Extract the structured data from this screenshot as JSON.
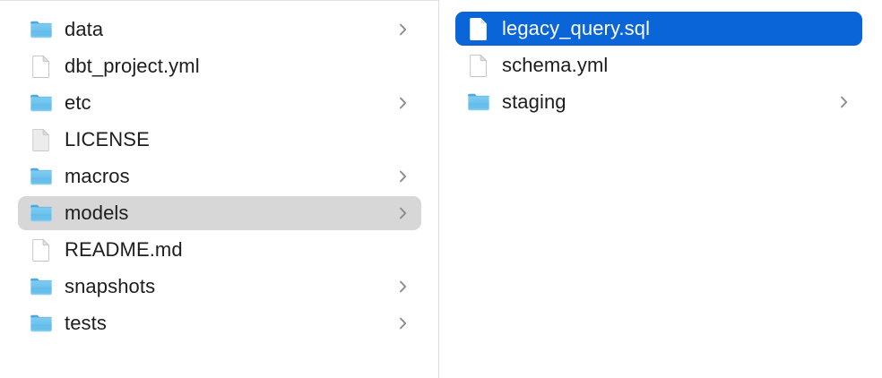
{
  "window": {
    "title": "Finder Column View",
    "view_mode": "column"
  },
  "colors": {
    "selection_active": "#0a65d8",
    "selection_inactive": "#d7d7d7",
    "text": "#1d1d1f",
    "text_selected": "#ffffff",
    "chevron": "#8b8b8f",
    "divider": "#dcdcde",
    "background": "#ffffff",
    "folder_blue": "#6dc2ec",
    "folder_blue_dark": "#3f9ed6",
    "document_white": "#ffffff",
    "document_gray": "#ececec"
  },
  "columns": [
    {
      "name": "parent-directory-column",
      "items": [
        {
          "label": "data",
          "kind": "folder",
          "icon": "folder-icon",
          "has_disclosure": true,
          "selected": false,
          "selection_state": "none"
        },
        {
          "label": "dbt_project.yml",
          "kind": "file",
          "icon": "document-icon",
          "has_disclosure": false,
          "selected": false,
          "selection_state": "none"
        },
        {
          "label": "etc",
          "kind": "folder",
          "icon": "folder-icon",
          "has_disclosure": true,
          "selected": false,
          "selection_state": "none"
        },
        {
          "label": "LICENSE",
          "kind": "file",
          "icon": "document-plain-icon",
          "has_disclosure": false,
          "selected": false,
          "selection_state": "none"
        },
        {
          "label": "macros",
          "kind": "folder",
          "icon": "folder-icon",
          "has_disclosure": true,
          "selected": false,
          "selection_state": "none"
        },
        {
          "label": "models",
          "kind": "folder",
          "icon": "folder-icon",
          "has_disclosure": true,
          "selected": true,
          "selection_state": "inactive"
        },
        {
          "label": "README.md",
          "kind": "file",
          "icon": "document-icon",
          "has_disclosure": false,
          "selected": false,
          "selection_state": "none"
        },
        {
          "label": "snapshots",
          "kind": "folder",
          "icon": "folder-icon",
          "has_disclosure": true,
          "selected": false,
          "selection_state": "none"
        },
        {
          "label": "tests",
          "kind": "folder",
          "icon": "folder-icon",
          "has_disclosure": true,
          "selected": false,
          "selection_state": "none"
        }
      ]
    },
    {
      "name": "models-directory-column",
      "items": [
        {
          "label": "legacy_query.sql",
          "kind": "file",
          "icon": "document-icon",
          "has_disclosure": false,
          "selected": true,
          "selection_state": "active"
        },
        {
          "label": "schema.yml",
          "kind": "file",
          "icon": "document-icon",
          "has_disclosure": false,
          "selected": false,
          "selection_state": "none"
        },
        {
          "label": "staging",
          "kind": "folder",
          "icon": "folder-icon",
          "has_disclosure": true,
          "selected": false,
          "selection_state": "none"
        }
      ]
    }
  ]
}
